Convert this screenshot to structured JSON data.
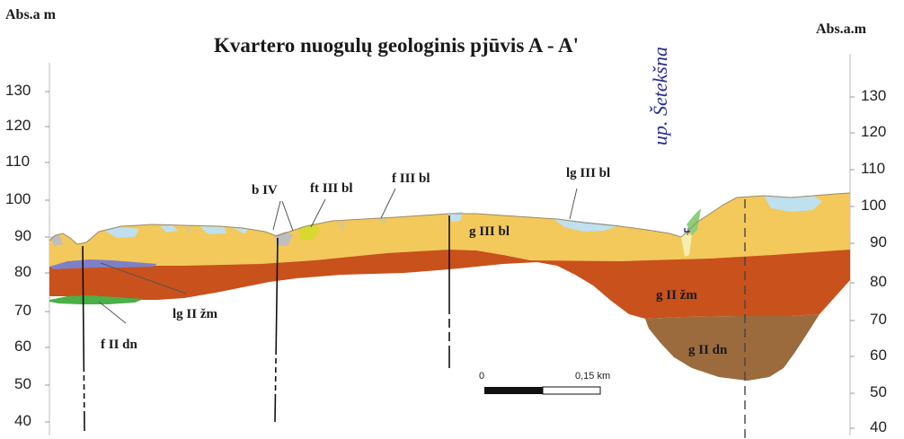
{
  "title": "Kvartero nuogulų geologinis pjūvis A - A'",
  "axis_left_label": "Abs.a m",
  "axis_right_label": "Abs.a.m",
  "y_ticks": [
    "130",
    "120",
    "110",
    "100",
    "90",
    "80",
    "70",
    "60",
    "50",
    "40"
  ],
  "labels": {
    "b_iv": "b IV",
    "ft_iii_bl": "ft III bl",
    "f_iii_bl_top": "f III bl",
    "lg_iii_bl": "lg III bl",
    "g_iii_bl": "g III bl",
    "lg_ii_zm": "lg II žm",
    "f_ii_dn": "f II dn",
    "g_ii_zm": "g II žm",
    "g_ii_dn": "g II dn",
    "river": "up. Šetekšna"
  },
  "scale": {
    "start": "0",
    "end": "0,15 km"
  },
  "colors": {
    "g_iii_bl": "#f2c95a",
    "g_ii_zm": "#c9511c",
    "g_ii_dn": "#9b6b3e",
    "lg": "#bfe0ee",
    "f_ii_dn": "#4caf47",
    "lg_ii_zm": "#7f7fc8",
    "b_iv": "#bfbfbf",
    "ft": "#d8d82e"
  }
}
